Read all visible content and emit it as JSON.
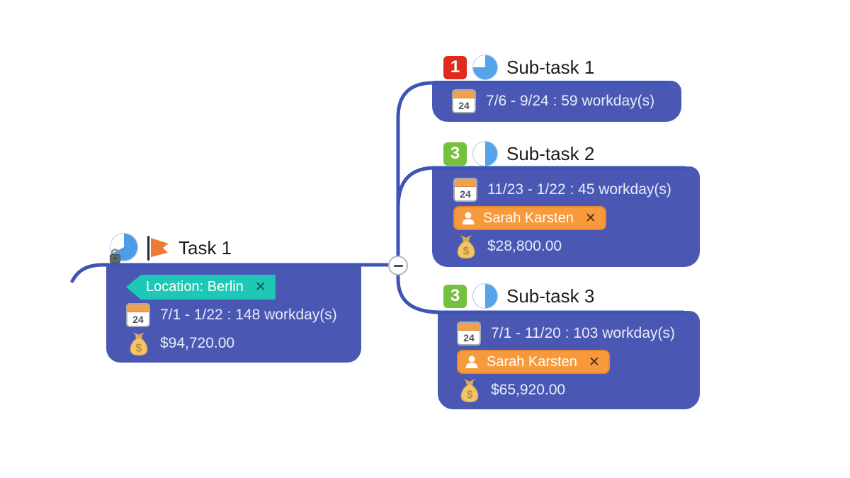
{
  "app": {
    "view": "mindmap-task-plan",
    "background": "#ffffff"
  },
  "glyphs": {
    "close": "✕",
    "collapse_symbol": "minus",
    "calendar_day": "24"
  },
  "colors": {
    "node_fill": "#4a58b4",
    "branch_line": "#3e54b6",
    "node_text": "#e7ecfa",
    "title_text": "#1d1d1d",
    "priority1_red": "#df2b1e",
    "priority3_green": "#74c13f",
    "progress_blue": "#55a3e8",
    "location_tag_teal": "#1dc9b6",
    "resource_tag_orange": "#f8993c",
    "flag_orange": "#ee7a36",
    "money_gold": "#f2c569"
  },
  "root": {
    "title": "Task 1",
    "progress_percent": 67,
    "has_lock_icon": true,
    "has_flag_icon": true,
    "tag_label": "Location: Berlin",
    "schedule": "7/1 - 1/22 : 148 workday(s)",
    "cost": "$94,720.00"
  },
  "subtasks": [
    {
      "priority": "1",
      "title": "Sub-task 1",
      "progress_percent": 75,
      "schedule": "7/6 - 9/24 : 59 workday(s)"
    },
    {
      "priority": "3",
      "title": "Sub-task 2",
      "progress_percent": 50,
      "schedule": "11/23 - 1/22 : 45 workday(s)",
      "resource": "Sarah Karsten",
      "cost": "$28,800.00"
    },
    {
      "priority": "3",
      "title": "Sub-task 3",
      "progress_percent": 50,
      "schedule": "7/1 - 11/20 : 103 workday(s)",
      "resource": "Sarah Karsten",
      "cost": "$65,920.00"
    }
  ]
}
